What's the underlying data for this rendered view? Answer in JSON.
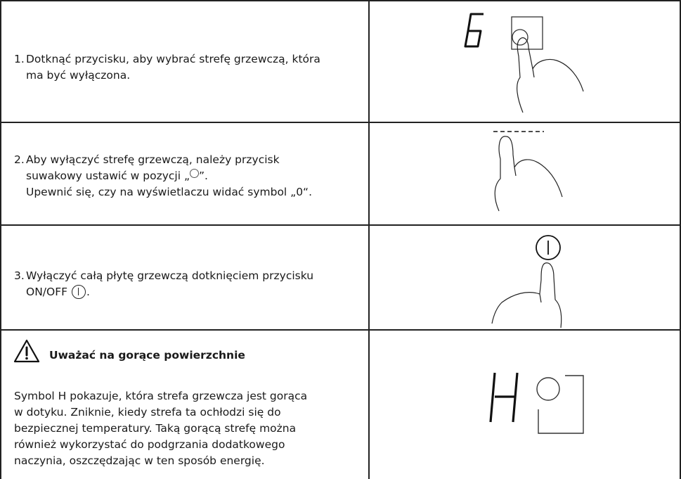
{
  "rows": [
    {
      "number": "1.",
      "lines": [
        "Dotknąć przycisku, aby wybrać strefę grzewczą, która",
        "ma być wyłączona."
      ],
      "display_digit": "6"
    },
    {
      "number": "2.",
      "line1": "Aby wyłączyć strefę grzewczą, należy przycisk",
      "line2_prefix": "suwakowy ustawić w pozycji „",
      "line2_suffix": "”.",
      "line3": "Upewnić się, czy na wyświetlaczu widać symbol „0“."
    },
    {
      "number": "3.",
      "line1": "Wyłączyć całą płytę grzewczą dotknięciem przycisku",
      "line2_prefix": "ON/OFF",
      "line2_suffix": "."
    }
  ],
  "warning": {
    "title": "Uważać na gorące powierzchnie",
    "lines": [
      "Symbol H pokazuje, która strefa grzewcza jest gorąca",
      "w dotyku. Zniknie, kiedy strefa ta ochłodzi się do",
      "bezpiecznej temperatury. Taką gorącą strefę można",
      "również wykorzystać do podgrzania dodatkowego",
      "naczynia, oszczędzając w ten sposób energię."
    ],
    "display_letter": "H"
  }
}
